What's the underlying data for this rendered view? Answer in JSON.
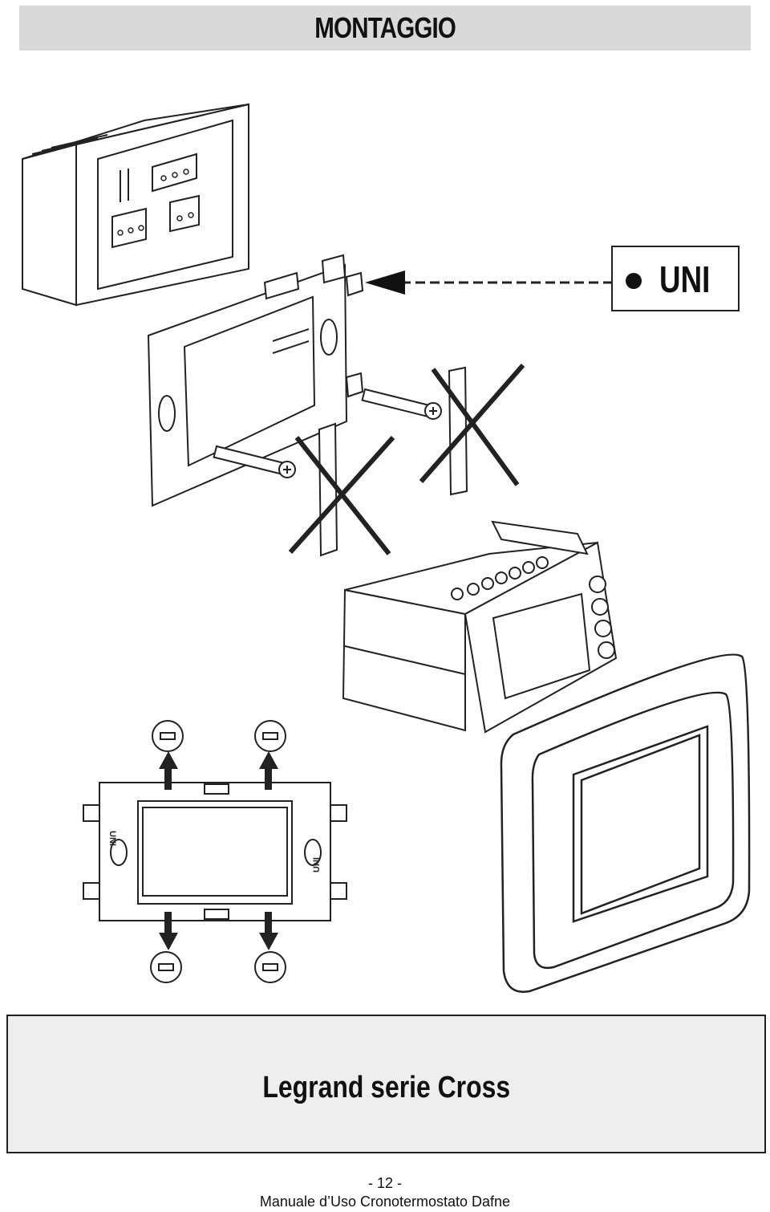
{
  "header": {
    "title": "MONTAGGIO"
  },
  "diagram": {
    "callout_label": "UNI",
    "frame_marking": "UNI"
  },
  "caption": {
    "series": "Legrand serie Cross"
  },
  "footer": {
    "page_number": "- 12 -",
    "manual_title": "Manuale d’Uso Cronotermostato Dafne"
  }
}
